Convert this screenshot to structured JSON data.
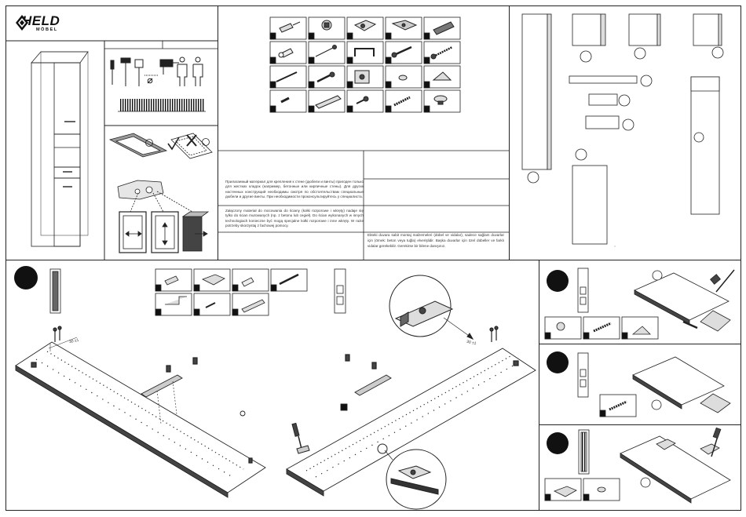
{
  "brand": {
    "name": "HELD",
    "sub": "MÖBEL"
  },
  "notes": {
    "ru": "Прилагаемый материал для крепления к стене (дюбели и винты) пригоден только для жестких кладок (например, бетонные или кирпичные стены). Для других настенных конструкций необходимы смотря по обстоятельствам специальные дюбели и другие винты. При необходимости проконсультируйтесь у специалиста.",
    "pl": "Załączony materiał do mocowania do ściany (kołki rozporowe i wkręty) nadaje się tylko do ścian murowanych (np. z betonu lub cegieł). Do ścian wykonanych w innych technologiach konieczne być mogą specjalne kołki rozporowe i inne wkręty. W razie potrzeby skorzystaj z fachowej pomocy.",
    "tr": "Ekteki duvara sabit montaj malzemeleri (dübel ve vidalar), sadece sağlam duvarlar için (örnek: beton veya tuğla) elverişlidir. Başka duvarlar için özel dübeller ve farklı vidalar gerekebilir. Gerekirse bir bilene danışınız."
  },
  "dimensions": {
    "left_offset": "30 ±1",
    "right_offset": "30 ±1"
  },
  "colors": {
    "line": "#222222",
    "fill_dark": "#111111",
    "fill_panel": "#ededed"
  }
}
